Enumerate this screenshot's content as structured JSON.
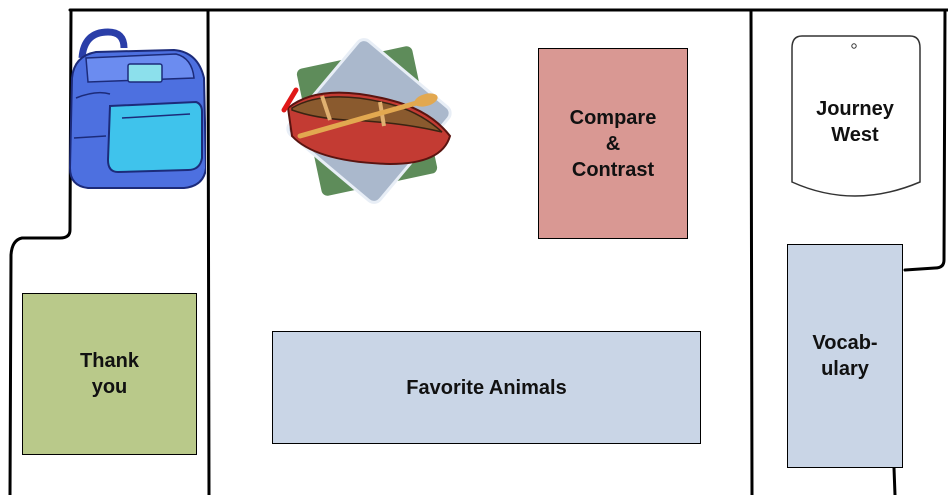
{
  "cards": {
    "thank_you": "Thank\nyou",
    "favorite_animals": "Favorite Animals",
    "compare_contrast": "Compare\n&\nContrast",
    "vocabulary": "Vocab-\nulary",
    "journey_west": "Journey\nWest"
  },
  "icons": {
    "backpack": "backpack-icon",
    "canoe": "canoe-icon"
  },
  "colors": {
    "thank_you": "#b9c98a",
    "favorite_animals": "#c9d5e6",
    "compare_contrast": "#d99893",
    "vocabulary": "#c9d5e6"
  }
}
